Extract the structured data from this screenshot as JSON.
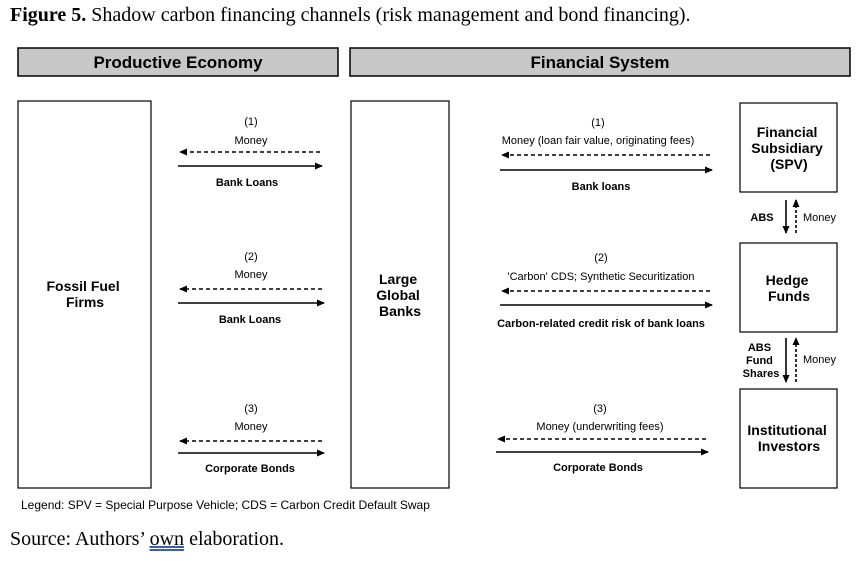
{
  "caption": {
    "label": "Figure 5.",
    "text": "Shadow carbon financing channels (risk management and bond financing)."
  },
  "headers": {
    "left": "Productive Economy",
    "right": "Financial System"
  },
  "boxes": {
    "fossil": [
      "Fossil Fuel",
      "Firms"
    ],
    "banks": [
      "Large",
      "Global",
      "Banks"
    ],
    "spv": [
      "Financial",
      "Subsidiary",
      "(SPV)"
    ],
    "hedge": [
      "Hedge",
      "Funds"
    ],
    "investors": [
      "Institutional",
      "Investors"
    ]
  },
  "left_channels": [
    {
      "num": "(1)",
      "top": "Money",
      "bottom": "Bank Loans"
    },
    {
      "num": "(2)",
      "top": "Money",
      "bottom": "Bank Loans"
    },
    {
      "num": "(3)",
      "top": "Money",
      "bottom": "Corporate Bonds"
    }
  ],
  "right_channels": [
    {
      "num": "(1)",
      "top": "Money (loan fair value, originating fees)",
      "bottom": "Bank loans"
    },
    {
      "num": "(2)",
      "top": "'Carbon' CDS; Synthetic Securitization",
      "bottom": "Carbon-related credit risk of bank loans"
    },
    {
      "num": "(3)",
      "top": "Money (underwriting fees)",
      "bottom": "Corporate Bonds"
    }
  ],
  "vertical_flows": [
    {
      "left": [
        "ABS"
      ],
      "right": "Money"
    },
    {
      "left": [
        "ABS",
        "Fund",
        "Shares"
      ],
      "right": "Money"
    }
  ],
  "legend": "Legend: SPV = Special Purpose Vehicle; CDS = Carbon Credit Default Swap",
  "source": {
    "prefix": "Source: Authors’ ",
    "underlined": "own",
    "suffix": " elaboration."
  }
}
